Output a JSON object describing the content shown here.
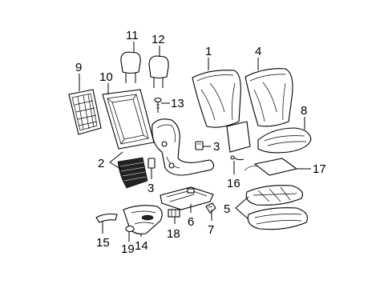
{
  "callouts": [
    {
      "id": "1",
      "text": "1"
    },
    {
      "id": "2",
      "text": "2"
    },
    {
      "id": "3a",
      "text": "3"
    },
    {
      "id": "3b",
      "text": "3"
    },
    {
      "id": "4",
      "text": "4"
    },
    {
      "id": "5",
      "text": "5"
    },
    {
      "id": "6",
      "text": "6"
    },
    {
      "id": "7",
      "text": "7"
    },
    {
      "id": "8",
      "text": "8"
    },
    {
      "id": "9",
      "text": "9"
    },
    {
      "id": "10",
      "text": "10"
    },
    {
      "id": "11",
      "text": "11"
    },
    {
      "id": "12",
      "text": "12"
    },
    {
      "id": "13",
      "text": "13"
    },
    {
      "id": "14",
      "text": "14"
    },
    {
      "id": "15",
      "text": "15"
    },
    {
      "id": "16",
      "text": "16"
    },
    {
      "id": "17",
      "text": "17"
    },
    {
      "id": "18",
      "text": "18"
    },
    {
      "id": "19",
      "text": "19"
    }
  ]
}
